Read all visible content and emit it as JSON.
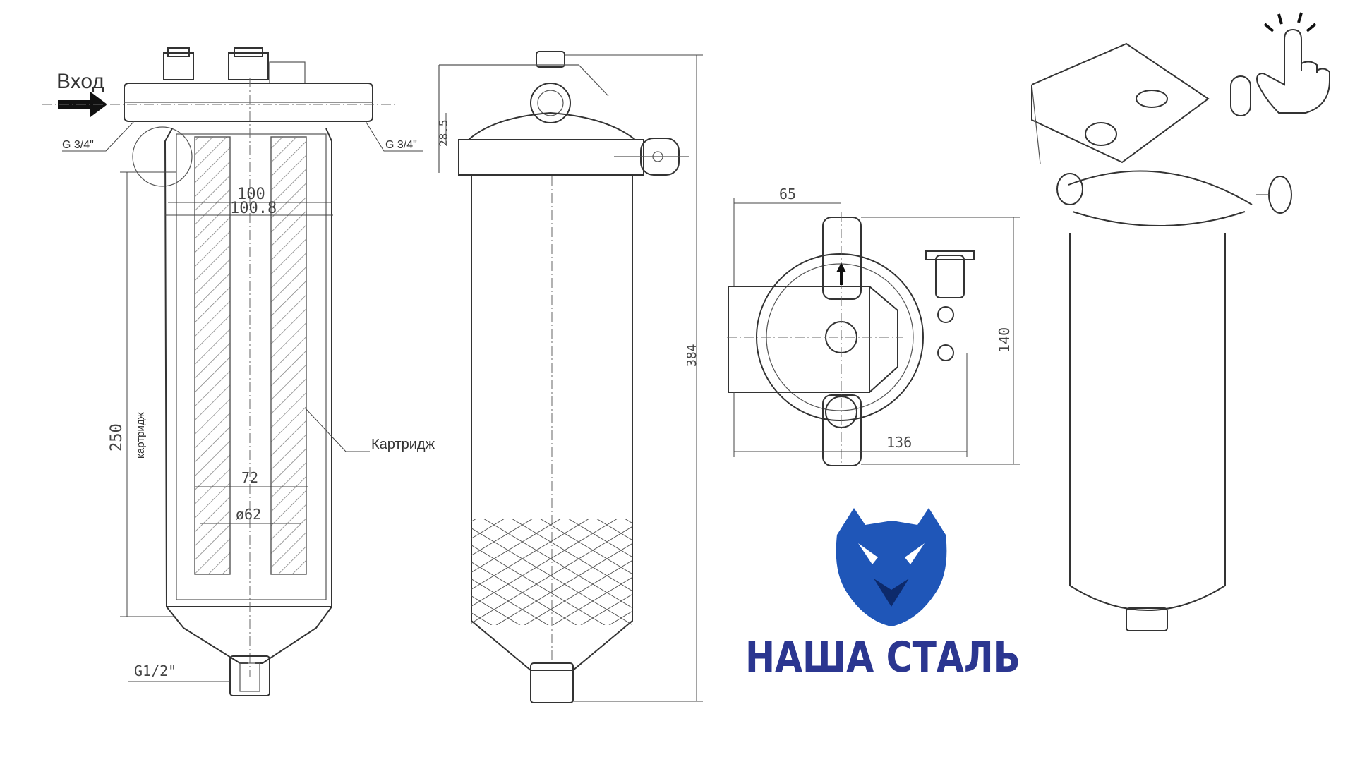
{
  "drawing": {
    "inlet_label": "Вход",
    "inlet_thread_left": "G 3/4\"",
    "inlet_thread_right": "G 3/4\"",
    "dim_inner_diameter": "100",
    "dim_outer_diameter": "100.8",
    "dim_cartridge_width": "72",
    "dim_cartridge_diameter": "ø62",
    "dim_cartridge_length": "250",
    "cartridge_axis_label": "картридж",
    "cartridge_callout": "Картридж",
    "outlet_thread": "G1/2\"",
    "dim_bracket_height": "28.5",
    "dim_total_height": "384",
    "dim_top_inlet_offset": "65",
    "dim_top_width": "136",
    "dim_top_height": "140"
  },
  "brand": {
    "name": "НАША СТАЛЬ",
    "logo_icon": "wolf-shield-icon",
    "accent_color": "#2b3690",
    "logo_color": "#1f56b8"
  },
  "hint": {
    "icon": "tap-hand-icon"
  }
}
